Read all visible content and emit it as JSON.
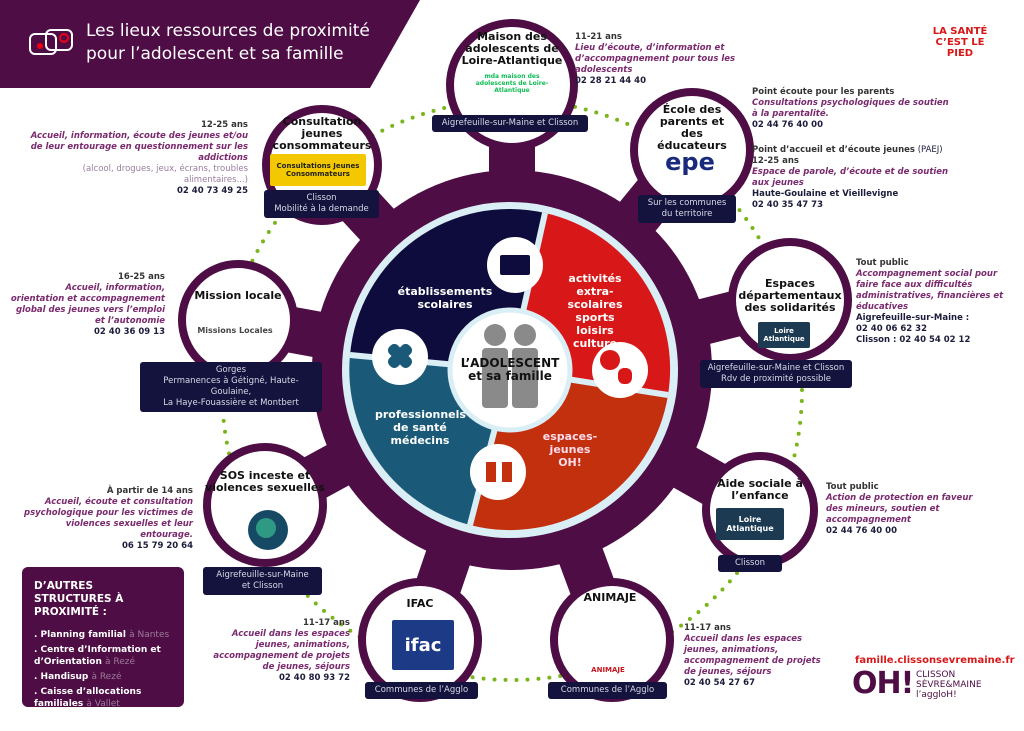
{
  "header": {
    "title_line1": "Les lieux ressources de proximité",
    "title_line2": "pour l’adolescent et sa famille"
  },
  "center": {
    "title": "L’ADOLESCENT",
    "subtitle": "et sa famille",
    "segments": [
      {
        "label": "établissements scolaires",
        "color": "#0e0c3c"
      },
      {
        "label": "activités extra-scolaires sports loisirs culture",
        "color": "#d81818"
      },
      {
        "label": "espaces-jeunes",
        "extra": "OH!",
        "color": "#c3300e"
      },
      {
        "label": "professionnels de santé médecins",
        "color": "#1a5a78"
      }
    ]
  },
  "nodes": {
    "maison": {
      "title": "Maison des adolescents de Loire-Atlantique",
      "logo": "mda maison des adolescents de Loire-Atlantique",
      "caption": "Aigrefeuille-sur-Maine et Clisson",
      "age": "11-21 ans",
      "desc": "Lieu d’écoute, d’information et d’accompagnement pour tous les adolescents",
      "tel": "02 28 21 44 40"
    },
    "cjc": {
      "title": "Consultation jeunes consommateurs",
      "logo": "Consultations Jeunes Consommateurs",
      "caption1": "Clisson",
      "caption2": "Mobilité à la demande",
      "age": "12-25 ans",
      "desc": "Accueil, information, écoute des jeunes et/ou de leur entourage en questionnement sur les addictions",
      "desc2": "(alcool, drogues, jeux, écrans, troubles alimentaires...)",
      "tel": "02 40 73 49 25"
    },
    "epe": {
      "title": "École des parents et des éducateurs",
      "logo": "epe",
      "caption1": "Sur les communes",
      "caption2": "du territoire",
      "a_head": "Point écoute pour les parents",
      "a_desc": "Consultations psychologiques de soutien à la parentalité.",
      "a_tel": "02 44 76 40 00",
      "b_head": "Point d’accueil et d’écoute jeunes",
      "b_abbr": "(PAEJ)",
      "b_age": "12-25 ans",
      "b_desc": "Espace de parole, d’écoute et de soutien aux jeunes",
      "b_place": "Haute-Goulaine et Vieillevigne",
      "b_tel": "02 40 35 47 73"
    },
    "mission": {
      "title": "Mission locale",
      "logo": "Missions Locales",
      "caption1": "Gorges",
      "caption2": "Permanences à Gétigné, Haute-Goulaine,",
      "caption3": "La Haye-Fouassière et Montbert",
      "age": "16-25 ans",
      "desc": "Accueil, information, orientation et accompagnement global des jeunes vers l’emploi et l’autonomie",
      "tel": "02 40 36 09 13"
    },
    "eds": {
      "title": "Espaces départementaux des solidarités",
      "logo": "Loire Atlantique",
      "caption1": "Aigrefeuille-sur-Maine et Clisson",
      "caption2": "Rdv de proximité possible",
      "age": "Tout public",
      "desc": "Accompagnement social pour faire face aux difficultés administratives, financières et éducatives",
      "place": "Aigrefeuille-sur-Maine :",
      "tel": "02 40 06 62 32",
      "tel2": "Clisson : 02 40 54 02 12"
    },
    "sos": {
      "title": "SOS inceste et violences sexuelles",
      "caption1": "Aigrefeuille-sur-Maine",
      "caption2": "et Clisson",
      "age": "À partir de 14 ans",
      "desc": "Accueil, écoute et consultation psychologique pour les victimes de violences sexuelles et leur entourage.",
      "tel": "06 15 79 20 64"
    },
    "ase": {
      "title": "Aide sociale à l’enfance",
      "logo": "Loire Atlantique",
      "caption": "Clisson",
      "age": "Tout public",
      "desc": "Action de protection en faveur des mineurs, soutien et accompagnement",
      "tel": "02 44 76 40 00"
    },
    "ifac": {
      "title": "IFAC",
      "logo": "ifac",
      "caption": "Communes de l’Agglo",
      "age": "11-17 ans",
      "desc": "Accueil dans les espaces jeunes, animations, accompagnement de projets de jeunes, séjours",
      "tel": "02 40 80 93 72"
    },
    "animaje": {
      "title": "ANIMAJE",
      "logo": "ANIMAJE",
      "caption": "Communes de l’Agglo",
      "age": "11-17 ans",
      "desc": "Accueil dans les espaces jeunes, animations, accompagnement de projets de jeunes, séjours",
      "tel": "02 40 54 27 67"
    }
  },
  "other": {
    "title": "D’AUTRES STRUCTURES À PROXIMITÉ :",
    "items": [
      {
        "name": ". Planning familial",
        "place": "à Nantes"
      },
      {
        "name": ". Centre d’Information et d’Orientation",
        "place": "à Rezé"
      },
      {
        "name": ". Handisup",
        "place": "à Rezé"
      },
      {
        "name": ". Caisse d’allocations familiales",
        "place": "à Vallet"
      }
    ]
  },
  "footer": {
    "url": "famille.clissonsevremaine.fr",
    "brand": "OH!",
    "brand_text": "CLISSON SÈVRE&MAINE l’aggloH!"
  },
  "corner_logo": "LA SANTÉ C’EST LE PIED",
  "colors": {
    "purple": "#4e0d45",
    "green": "#7ab51d"
  }
}
